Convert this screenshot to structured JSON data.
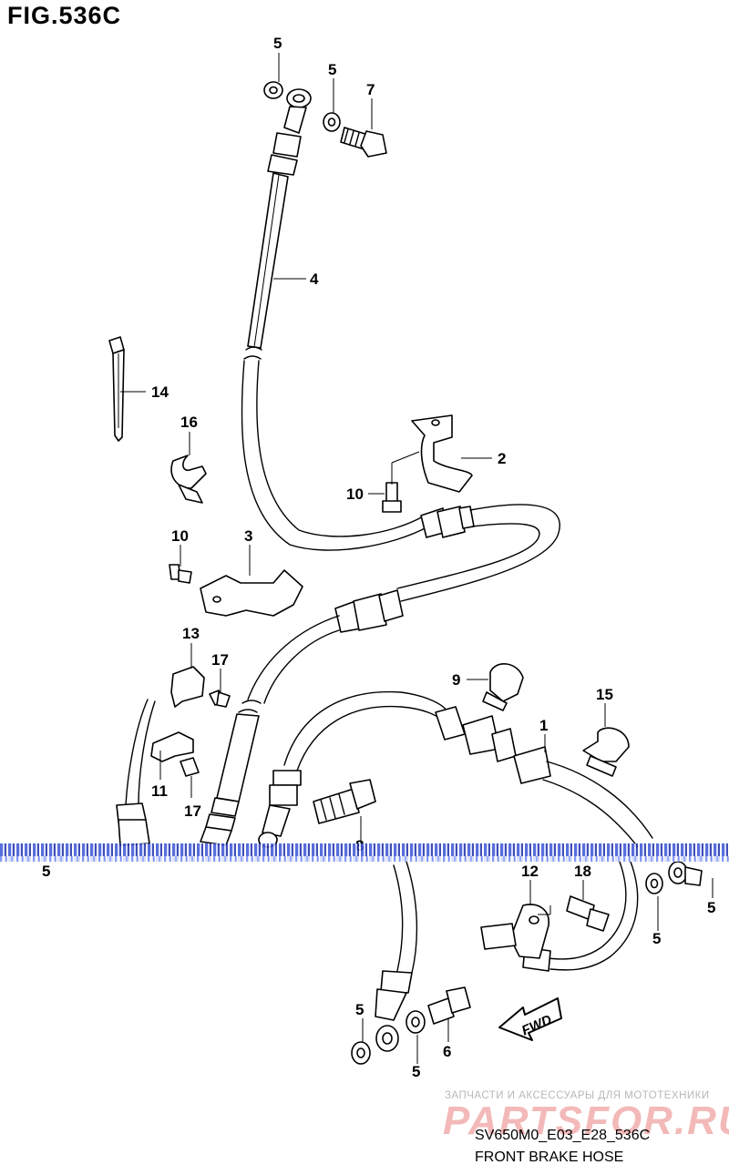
{
  "figure": {
    "title": "FIG.536C",
    "code": "SV650M0_E03_E28_536C",
    "caption": "FRONT BRAKE HOSE"
  },
  "watermark": {
    "tagline": "ЗАПЧАСТИ И АКСЕССУАРЫ ДЛЯ МОТОТЕХНИКИ",
    "logo": "PARTSFOR.RU"
  },
  "direction_label": "FWD",
  "callouts": [
    "5",
    "5",
    "7",
    "4",
    "14",
    "16",
    "2",
    "10",
    "10",
    "3",
    "13",
    "17",
    "9",
    "15",
    "1",
    "11",
    "17",
    "8",
    "5",
    "12",
    "18",
    "5",
    "5",
    "5",
    "6",
    "5"
  ]
}
